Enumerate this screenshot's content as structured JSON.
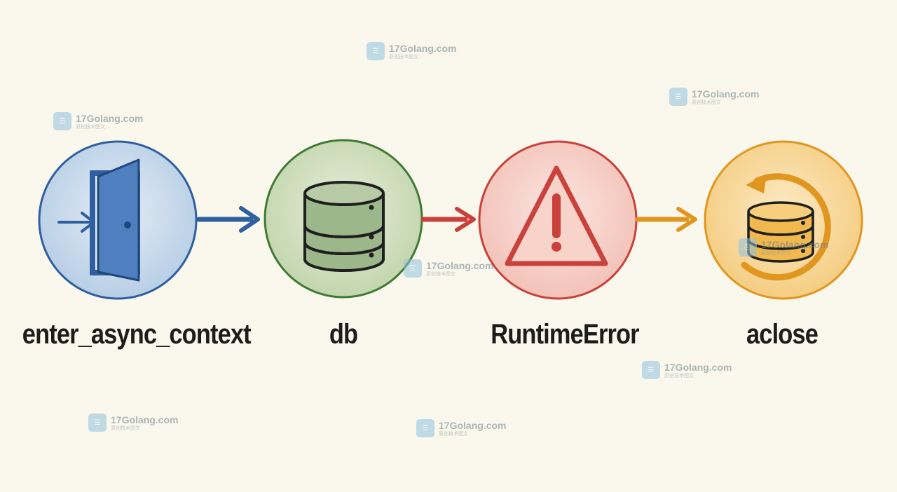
{
  "steps": [
    {
      "label": "enter_async_context",
      "icon": "door-enter-icon",
      "color": "#2f5f9e"
    },
    {
      "label": "db",
      "icon": "database-icon",
      "color": "#3f7a33"
    },
    {
      "label": "RuntimeError",
      "icon": "warning-icon",
      "color": "#c9413a"
    },
    {
      "label": "aclose",
      "icon": "database-close-icon",
      "color": "#e0961f"
    }
  ],
  "watermark": {
    "text": "17Golang.com",
    "subtext": "原创技术图文"
  }
}
